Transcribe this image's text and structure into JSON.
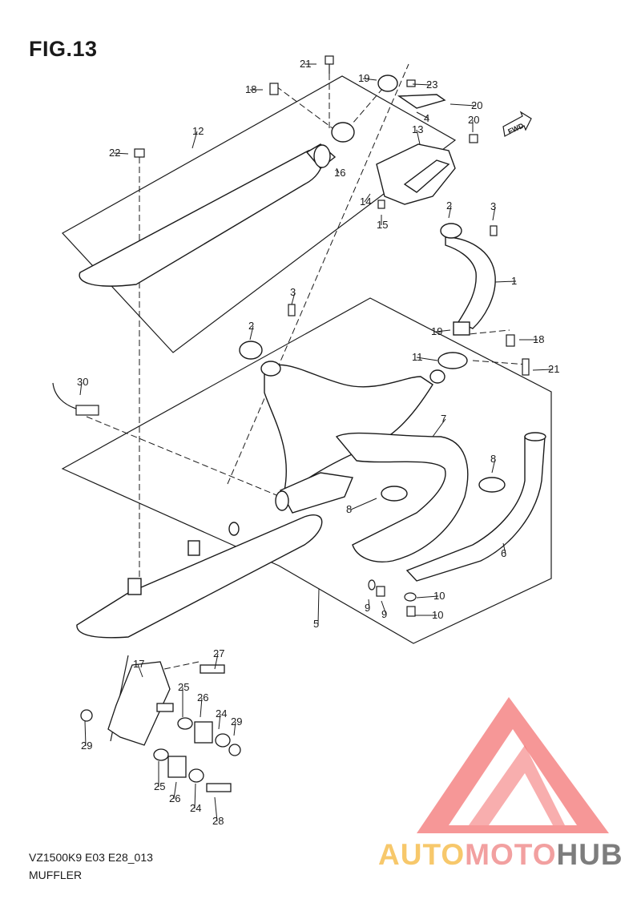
{
  "figure": {
    "title": "FIG.13"
  },
  "footer": {
    "code": "VZ1500K9 E03 E28_013",
    "name": "MUFFLER"
  },
  "fwd_label": "FWD",
  "watermark": {
    "part1": "AUTO",
    "part2": "MOTO",
    "part3": "HUB"
  },
  "callouts": [
    "21",
    "19",
    "23",
    "18",
    "20",
    "4",
    "20",
    "12",
    "13",
    "22",
    "16",
    "14",
    "15",
    "2",
    "3",
    "1",
    "3",
    "2",
    "19",
    "18",
    "11",
    "21",
    "30",
    "7",
    "8",
    "8",
    "6",
    "10",
    "9",
    "10",
    "9",
    "5",
    "27",
    "17",
    "25",
    "26",
    "24",
    "29",
    "29",
    "25",
    "26",
    "24",
    "28"
  ],
  "colors": {
    "line": "#1a1a1a",
    "part_fill": "#ffffff",
    "watermark_red": "#f26b6b",
    "watermark_yellow": "#f7c86b",
    "watermark_gray": "#7d7d7d"
  }
}
